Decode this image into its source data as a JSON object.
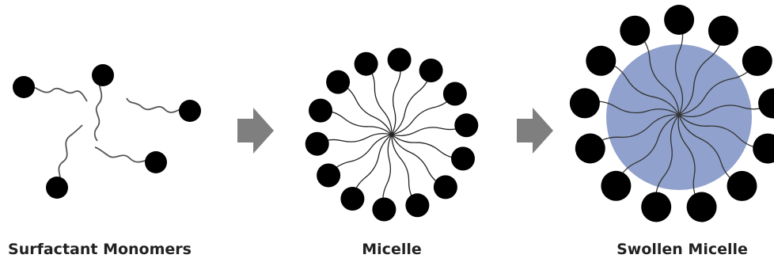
{
  "captions": {
    "monomers": "Surfactant Monomers",
    "micelle": "Micelle",
    "swollen": "Swollen Micelle"
  },
  "colors": {
    "head": "#000000",
    "tail": "#555555",
    "core": "#8fa1cc",
    "arrow": "#7f7f7f",
    "caption": "#222222"
  },
  "icons": {
    "arrow": "right-arrow-icon"
  }
}
